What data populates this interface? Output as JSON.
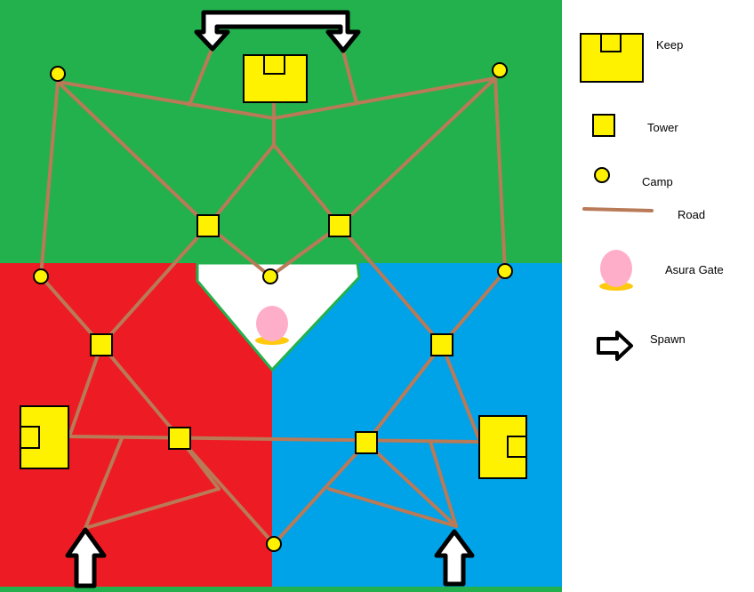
{
  "legend": {
    "keep": "Keep",
    "tower": "Tower",
    "camp": "Camp",
    "road": "Road",
    "asura_gate": "Asura Gate",
    "spawn": "Spawn"
  },
  "colors": {
    "green_zone": "#22b14c",
    "red_zone": "#ed1c24",
    "blue_zone": "#00a2e8",
    "neutral_zone": "#ffffff",
    "road": "#b97a57",
    "structure": "#fff200",
    "gate": "#ffaec9",
    "gate_base": "#ffc90e"
  },
  "icons": {
    "keep": "keep-icon",
    "tower": "tower-icon",
    "camp": "camp-icon",
    "road": "road-icon",
    "asura_gate": "asura-gate-icon",
    "spawn": "spawn-arrow-icon"
  }
}
